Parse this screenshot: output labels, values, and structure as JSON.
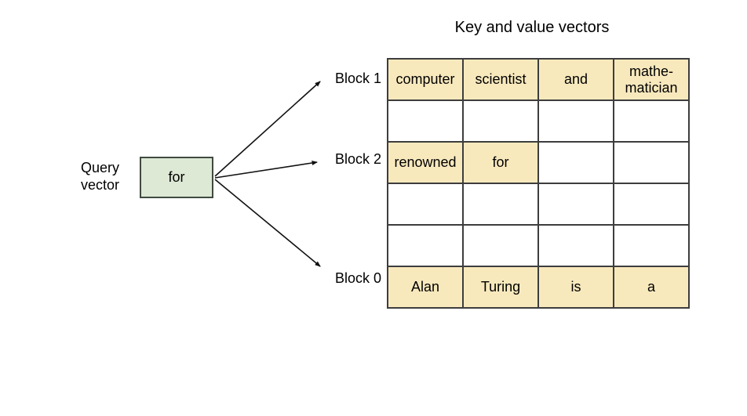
{
  "title": "Key and value vectors",
  "query": {
    "label_lines": [
      "Query",
      "vector"
    ],
    "box_label": "for"
  },
  "blocks": [
    {
      "label": "Block 1"
    },
    {
      "label": "Block 2"
    },
    {
      "label": "Block 0"
    }
  ],
  "table": {
    "columns": 4,
    "rows": [
      {
        "cells": [
          {
            "text": "computer",
            "highlight": true
          },
          {
            "text": "scientist",
            "highlight": true
          },
          {
            "text": "and",
            "highlight": true
          },
          {
            "text": "mathe-matician",
            "highlight": true
          }
        ]
      },
      {
        "cells": [
          {
            "text": "",
            "highlight": false
          },
          {
            "text": "",
            "highlight": false
          },
          {
            "text": "",
            "highlight": false
          },
          {
            "text": "",
            "highlight": false
          }
        ]
      },
      {
        "cells": [
          {
            "text": "renowned",
            "highlight": true
          },
          {
            "text": "for",
            "highlight": true
          },
          {
            "text": "",
            "highlight": false
          },
          {
            "text": "",
            "highlight": false
          }
        ]
      },
      {
        "cells": [
          {
            "text": "",
            "highlight": false
          },
          {
            "text": "",
            "highlight": false
          },
          {
            "text": "",
            "highlight": false
          },
          {
            "text": "",
            "highlight": false
          }
        ]
      },
      {
        "cells": [
          {
            "text": "",
            "highlight": false
          },
          {
            "text": "",
            "highlight": false
          },
          {
            "text": "",
            "highlight": false
          },
          {
            "text": "",
            "highlight": false
          }
        ]
      },
      {
        "cells": [
          {
            "text": "Alan",
            "highlight": true
          },
          {
            "text": "Turing",
            "highlight": true
          },
          {
            "text": "is",
            "highlight": true
          },
          {
            "text": "a",
            "highlight": true
          }
        ]
      }
    ]
  },
  "colors": {
    "cell_highlight": "#f8e9bd",
    "query_box_fill": "#dde8d5",
    "table_border": "#3d3d3d",
    "query_box_border": "#404a40",
    "arrow": "#111111",
    "text": "#000000"
  }
}
